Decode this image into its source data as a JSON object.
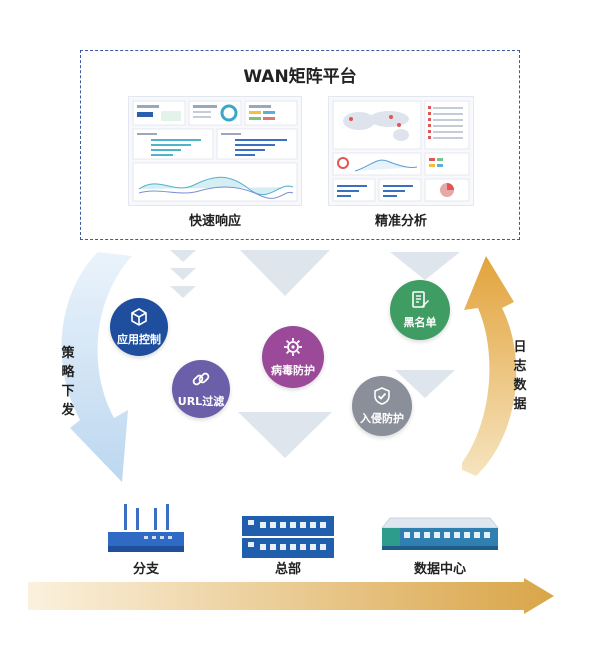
{
  "platform": {
    "title": "WAN矩阵平台",
    "panels": [
      {
        "caption": "快速响应"
      },
      {
        "caption": "精准分析"
      }
    ]
  },
  "features": [
    {
      "label": "应用控制",
      "icon": "cube-gear-icon",
      "color": "#1f4e9e"
    },
    {
      "label": "URL过滤",
      "icon": "link-icon",
      "color": "#6a5fa8"
    },
    {
      "label": "病毒防护",
      "icon": "virus-gear-icon",
      "color": "#9b4a9a"
    },
    {
      "label": "黑名单",
      "icon": "document-pen-icon",
      "color": "#3f9c63"
    },
    {
      "label": "入侵防护",
      "icon": "shield-check-icon",
      "color": "#8a8f99"
    }
  ],
  "flows": {
    "left": "策略下发",
    "right": "日志数据"
  },
  "devices": [
    {
      "label": "分支",
      "icon": "router-icon"
    },
    {
      "label": "总部",
      "icon": "rack-switch-icon"
    },
    {
      "label": "数据中心",
      "icon": "datacenter-switch-icon"
    }
  ],
  "colors": {
    "frame_border": "#3b5aa3",
    "left_arrow": "#cfe3f5",
    "right_arrow": "#e7b04a",
    "bottom_arrow": "#d9a548",
    "chevrons": "#dde3ea",
    "device_blue": "#1f5fae",
    "device_teal": "#2e9c8c"
  }
}
